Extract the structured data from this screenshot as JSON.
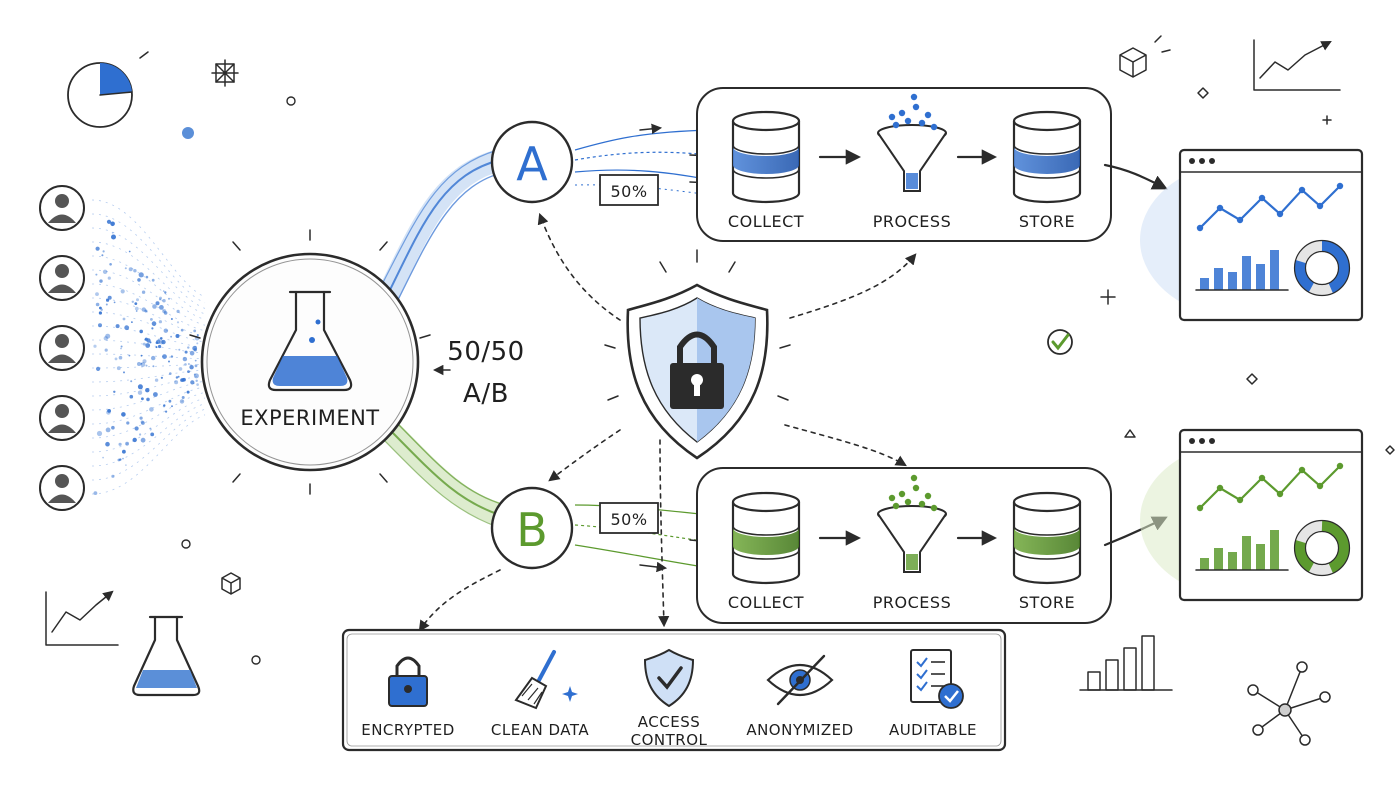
{
  "colors": {
    "blue": "#2f6fd0",
    "blue_light": "#cfe0f6",
    "green": "#5c9a2e",
    "green_light": "#dcebc8",
    "ink": "#2b2b2b"
  },
  "experiment": {
    "label": "EXPERIMENT",
    "icon": "flask-icon"
  },
  "split": {
    "ratio": "50/50",
    "type": "A/B"
  },
  "variant_a": {
    "letter": "A",
    "share": "50%"
  },
  "variant_b": {
    "letter": "B",
    "share": "50%"
  },
  "pipeline_a": {
    "steps": [
      "COLLECT",
      "PROCESS",
      "STORE"
    ]
  },
  "pipeline_b": {
    "steps": [
      "COLLECT",
      "PROCESS",
      "STORE"
    ]
  },
  "security": {
    "icon": "shield-lock-icon"
  },
  "principles": [
    {
      "label": "ENCRYPTED",
      "icon": "padlock-icon"
    },
    {
      "label": "CLEAN DATA",
      "icon": "broom-icon"
    },
    {
      "label": "ACCESS\nCONTROL",
      "icon": "shield-check-icon"
    },
    {
      "label": "ANONYMIZED",
      "icon": "eye-slash-icon"
    },
    {
      "label": "AUDITABLE",
      "icon": "checklist-icon"
    }
  ],
  "users": {
    "count": 5,
    "icon": "user-icon"
  }
}
